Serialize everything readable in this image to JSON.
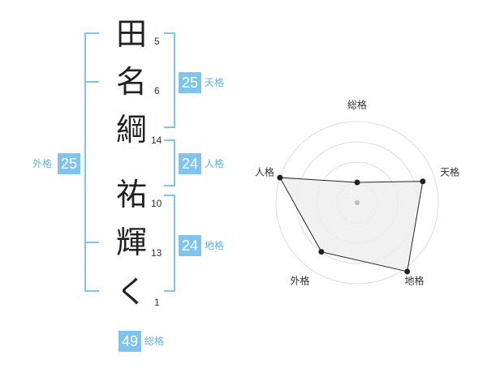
{
  "name": {
    "characters": [
      {
        "char": "田",
        "strokes": "5"
      },
      {
        "char": "名",
        "strokes": "6"
      },
      {
        "char": "綱",
        "strokes": "14"
      },
      {
        "char": "祐",
        "strokes": "10"
      },
      {
        "char": "輝",
        "strokes": "13"
      },
      {
        "char": "く",
        "strokes": "1"
      }
    ]
  },
  "fortune": {
    "tenkaku": {
      "value": "25",
      "label": "天格"
    },
    "jinkaku": {
      "value": "24",
      "label": "人格"
    },
    "chikaku": {
      "value": "24",
      "label": "地格"
    },
    "gaikaku": {
      "value": "25",
      "label": "外格"
    },
    "soukaku": {
      "value": "49",
      "label": "総格"
    }
  },
  "colors": {
    "accent": "#7fc4ec",
    "text": "#222222",
    "radar_fill": "#eeeeee"
  },
  "chart_data": {
    "type": "radar",
    "axes": [
      "総格",
      "天格",
      "地格",
      "外格",
      "人格"
    ],
    "values": [
      0.25,
      0.85,
      1.05,
      0.75,
      1.0
    ],
    "range": [
      0,
      1.0
    ],
    "rings": 4,
    "grid": true
  }
}
